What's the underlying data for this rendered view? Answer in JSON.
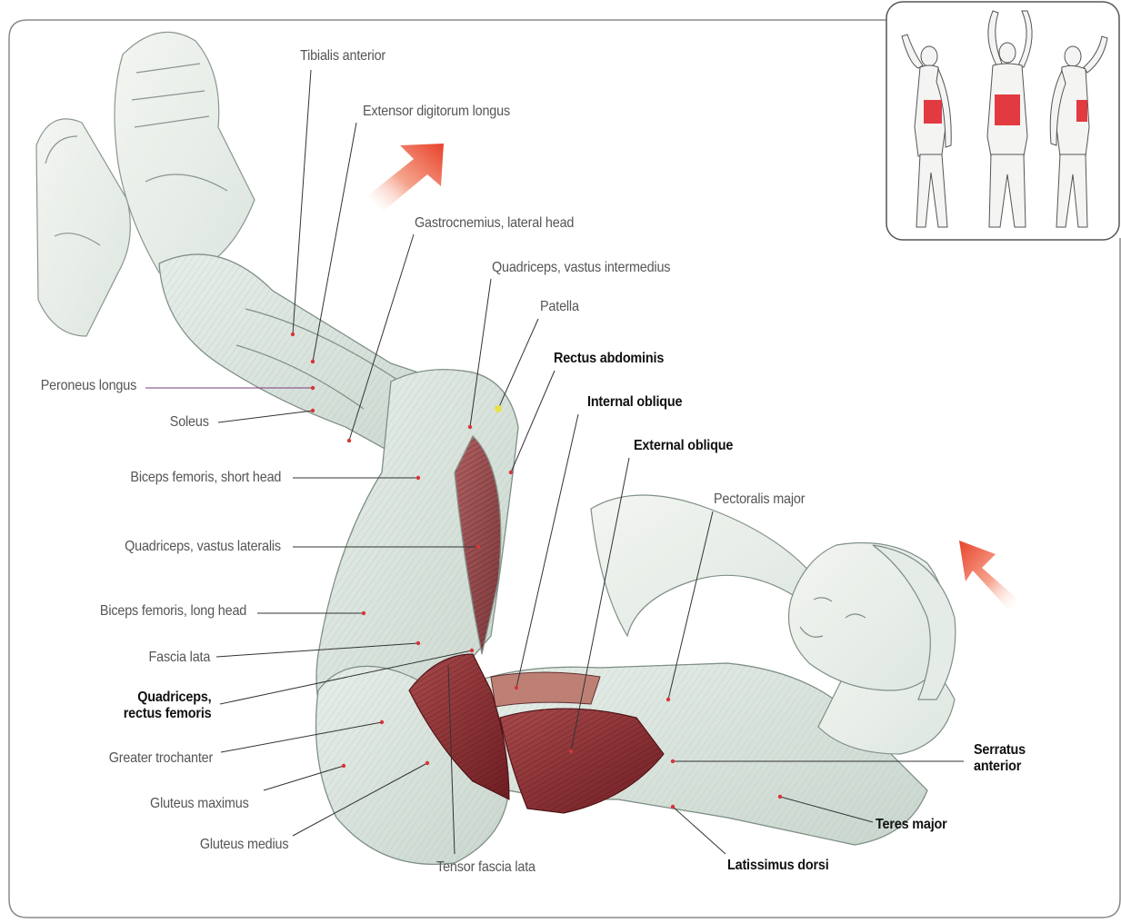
{
  "labels": {
    "tibialis_anterior": "Tibialis anterior",
    "extensor_digitorum_longus": "Extensor digitorum longus",
    "gastrocnemius_lateral_head": "Gastrocnemius, lateral head",
    "quadriceps_vastus_intermedius": "Quadriceps, vastus intermedius",
    "patella": "Patella",
    "rectus_abdominis": "Rectus abdominis",
    "internal_oblique": "Internal oblique",
    "external_oblique": "External oblique",
    "pectoralis_major": "Pectoralis major",
    "peroneus_longus": "Peroneus longus",
    "soleus": "Soleus",
    "biceps_femoris_short_head": "Biceps femoris, short head",
    "quadriceps_vastus_lateralis": "Quadriceps, vastus lateralis",
    "biceps_femoris_long_head": "Biceps femoris, long head",
    "fascia_lata": "Fascia lata",
    "quadriceps_rectus_femoris_line1": "Quadriceps,",
    "quadriceps_rectus_femoris_line2": "rectus femoris",
    "greater_trochanter": "Greater trochanter",
    "gluteus_maximus": "Gluteus maximus",
    "gluteus_medius": "Gluteus medius",
    "tensor_fascia_lata": "Tensor fascia lata",
    "latissimus_dorsi": "Latissimus dorsi",
    "teres_major": "Teres major",
    "serratus_anterior_line1": "Serratus",
    "serratus_anterior_line2": "anterior"
  },
  "colors": {
    "target_muscle": "#8b2a2e",
    "arrow": "#e8553e",
    "inset_highlight": "#e0262e",
    "leader_line": "#333333",
    "peroneus_leader": "#7a3e7a"
  }
}
